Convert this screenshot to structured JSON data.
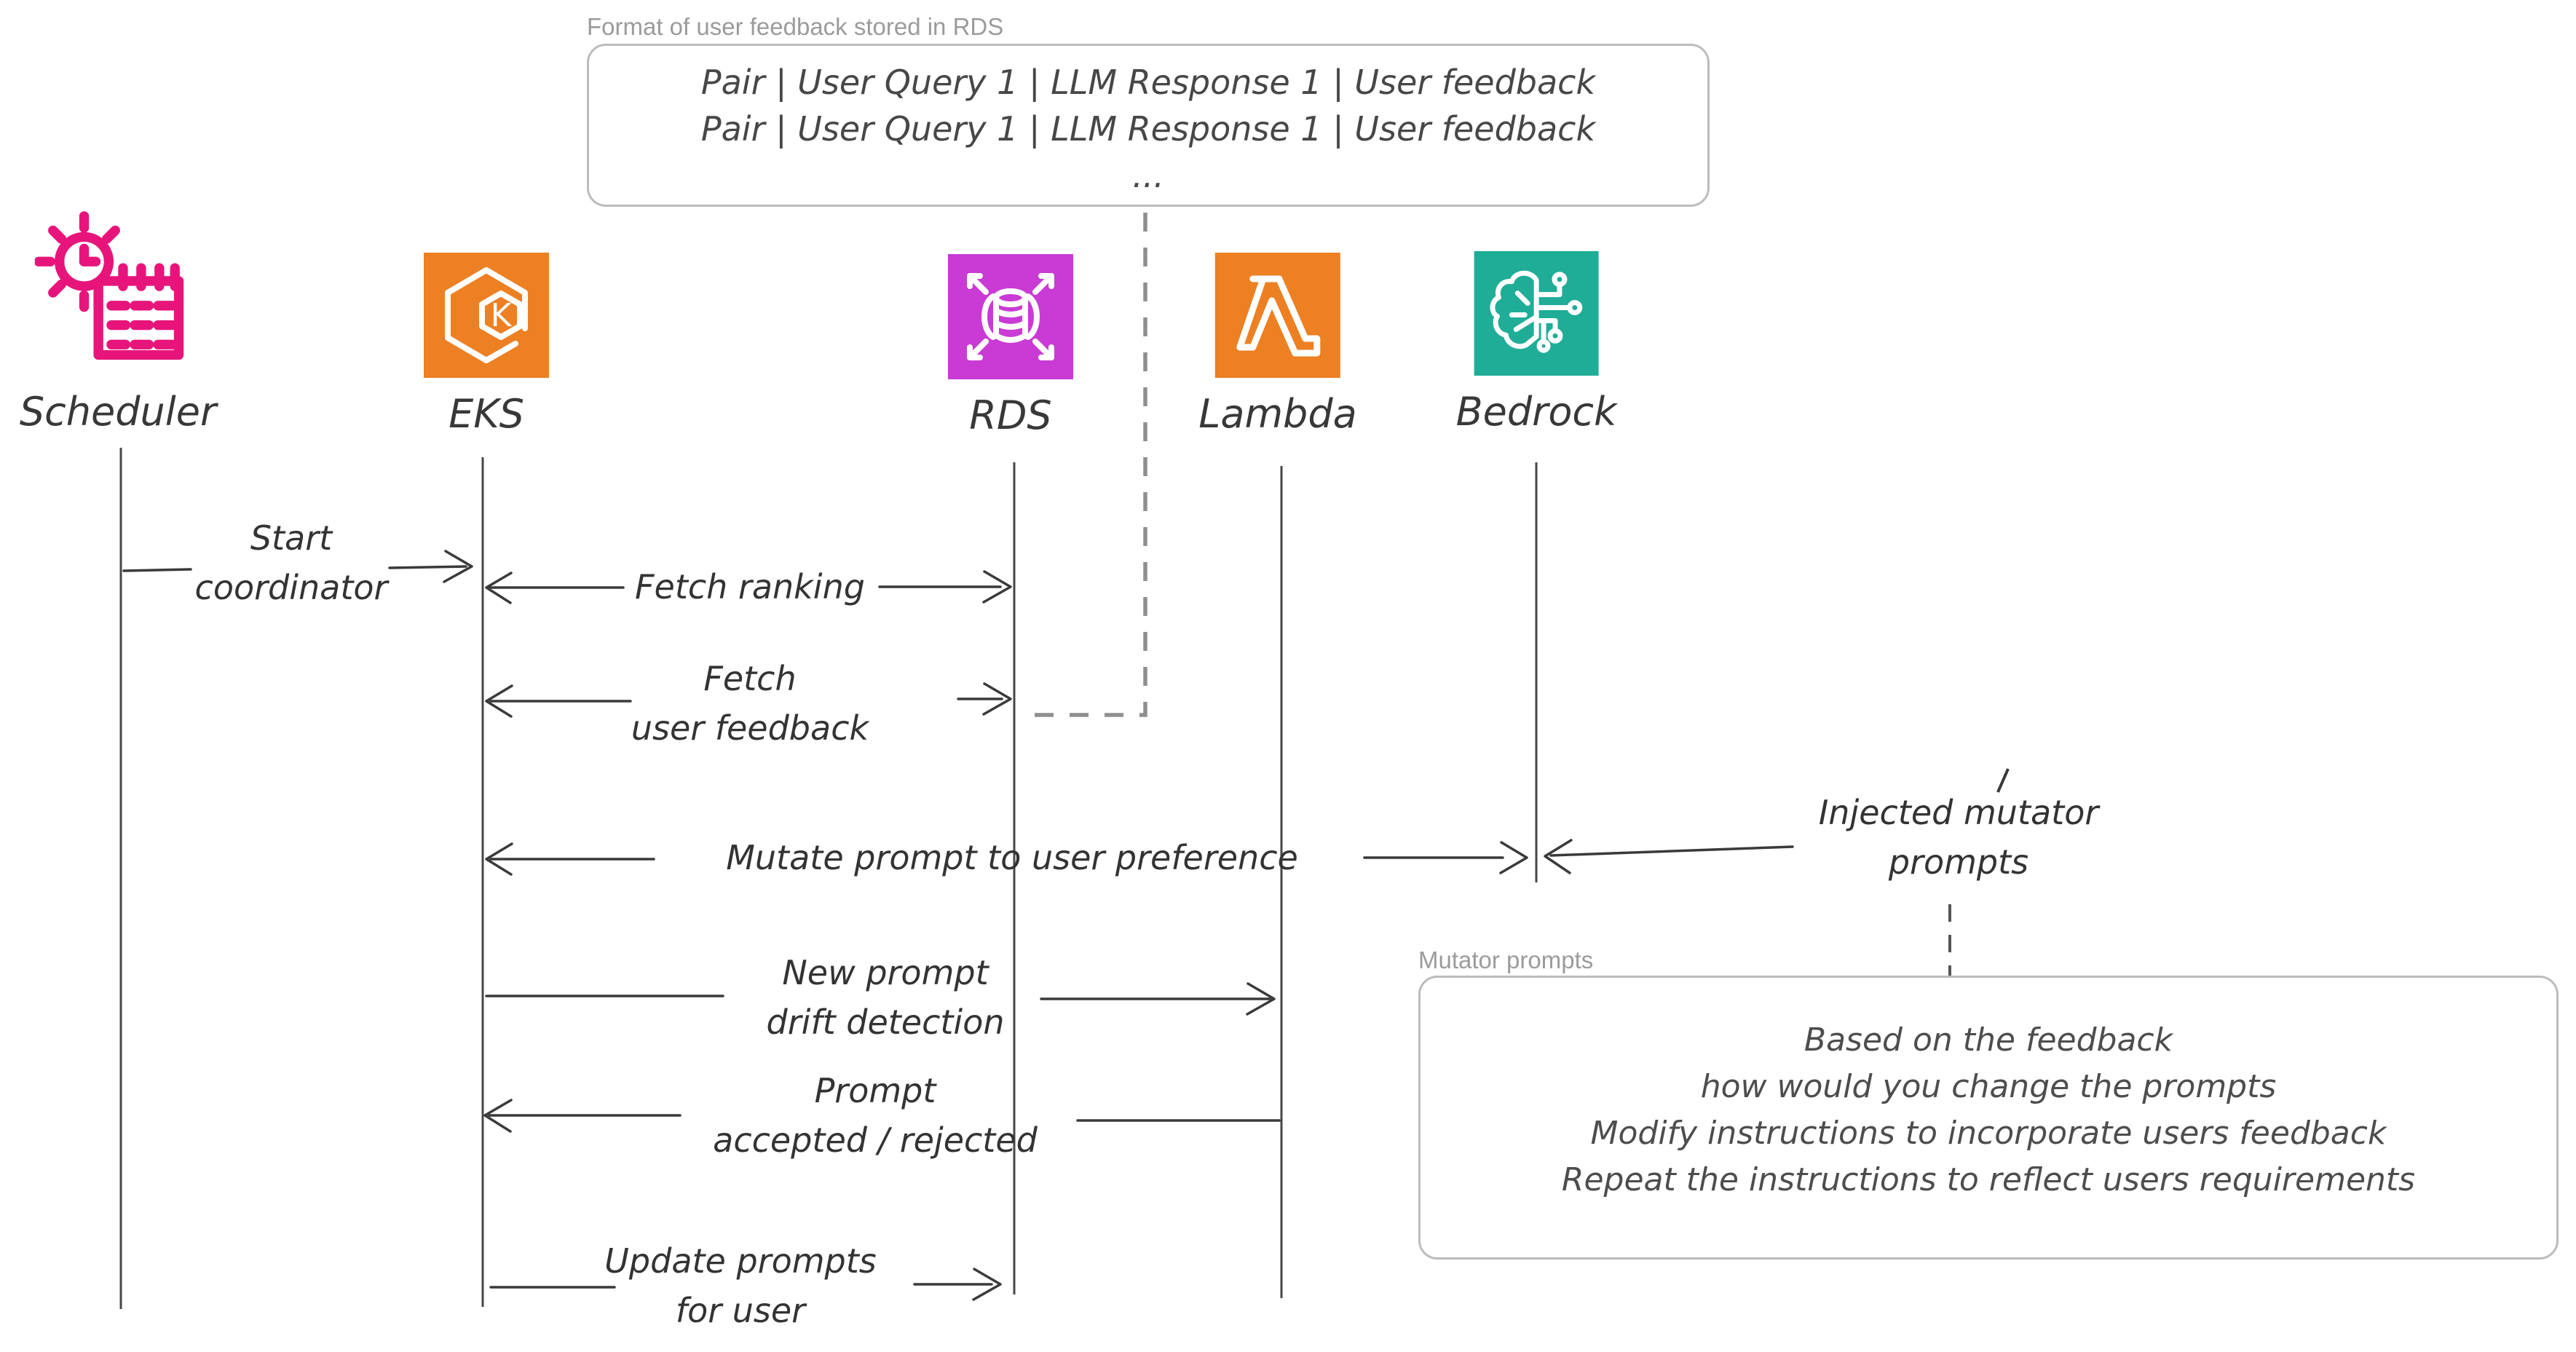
{
  "diagram": {
    "type": "sequence",
    "background": "#ffffff"
  },
  "notes": {
    "rds_format": {
      "caption": "Format of user feedback stored in RDS",
      "lines": [
        "Pair | User Query 1 | LLM Response 1 | User feedback",
        "Pair | User Query 1 | LLM Response 1 | User feedback",
        "..."
      ]
    },
    "mutator": {
      "caption": "Mutator prompts",
      "lines": [
        "Based on the feedback",
        "how would you change the prompts",
        "Modify instructions to incorporate users feedback",
        "Repeat the instructions to reflect users requirements"
      ]
    }
  },
  "actors": [
    {
      "name": "Scheduler",
      "icon": "scheduler-calendar-clock-icon",
      "color": "#E7157B"
    },
    {
      "name": "EKS",
      "icon": "eks-kubernetes-icon",
      "color": "#EC8023"
    },
    {
      "name": "RDS",
      "icon": "rds-database-icon",
      "color": "#C93BD4"
    },
    {
      "name": "Lambda",
      "icon": "lambda-icon",
      "color": "#EC8023"
    },
    {
      "name": "Bedrock",
      "icon": "bedrock-brain-circuit-icon",
      "color": "#20AD97"
    }
  ],
  "messages": [
    {
      "id": "start-coordinator",
      "from": "Scheduler",
      "to": "EKS",
      "direction": "right",
      "lines": [
        "Start",
        "coordinator"
      ]
    },
    {
      "id": "fetch-ranking",
      "from": "EKS",
      "to": "RDS",
      "direction": "both",
      "lines": [
        "Fetch ranking"
      ]
    },
    {
      "id": "fetch-user-feedback",
      "from": "EKS",
      "to": "RDS",
      "direction": "both",
      "lines": [
        "Fetch",
        "user feedback"
      ]
    },
    {
      "id": "mutate-prompt",
      "from": "EKS",
      "to": "Bedrock",
      "direction": "both",
      "lines": [
        "Mutate prompt to user preference"
      ]
    },
    {
      "id": "injected-mutator-prompts",
      "from": "note",
      "to": "Bedrock",
      "direction": "left",
      "lines": [
        "Injected mutator",
        "prompts"
      ]
    },
    {
      "id": "new-prompt-drift-detection",
      "from": "EKS",
      "to": "Lambda",
      "direction": "right",
      "lines": [
        "New prompt",
        "drift detection"
      ]
    },
    {
      "id": "prompt-accepted-rejected",
      "from": "Lambda",
      "to": "EKS",
      "direction": "left",
      "lines": [
        "Prompt",
        "accepted / rejected"
      ]
    },
    {
      "id": "update-prompts-for-user",
      "from": "EKS",
      "to": "RDS",
      "direction": "right",
      "lines": [
        "Update prompts",
        "for user"
      ]
    }
  ],
  "colors": {
    "line": "#3a3a3a",
    "lifeline": "#474747",
    "dashed_connector": "#8f8f8f",
    "note_border": "#bcbcbc",
    "caption_gray": "#9b9b9b",
    "text_dark": "#383838"
  }
}
